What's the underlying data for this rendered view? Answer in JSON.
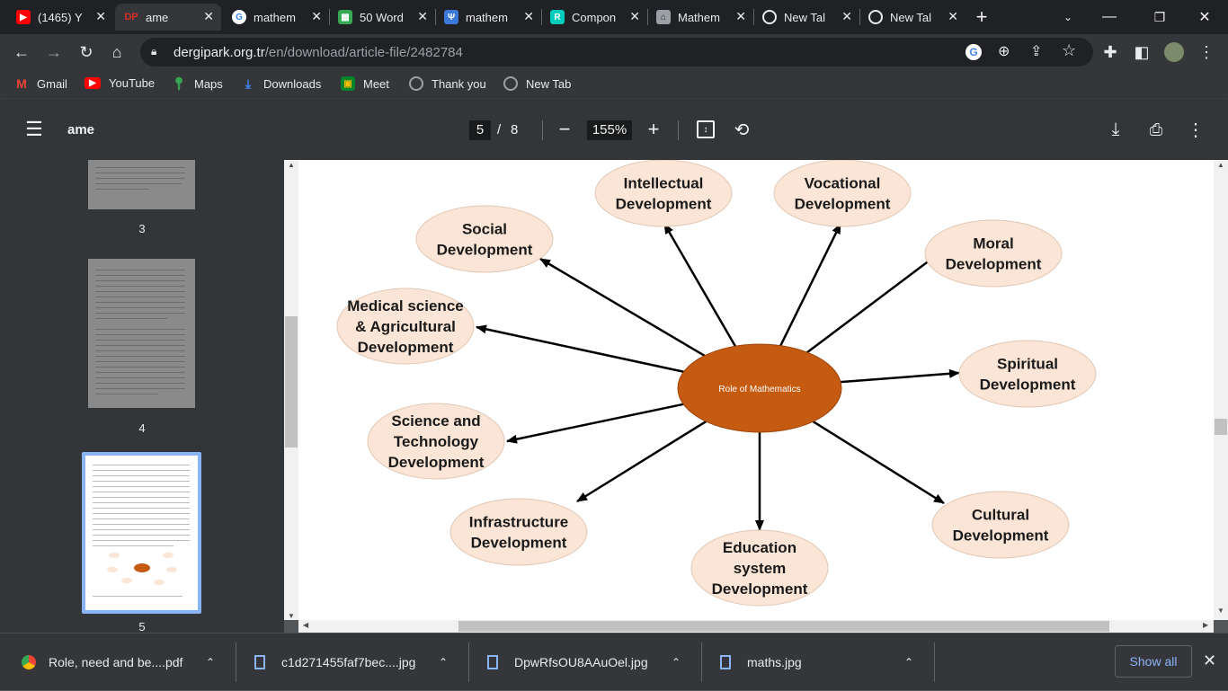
{
  "tabs": [
    {
      "label": "(1465) Y",
      "icon": "youtube-icon",
      "color": "#ff0000"
    },
    {
      "label": "ame",
      "icon": "dergipark-icon",
      "color": "#d93025"
    },
    {
      "label": "mathem",
      "icon": "google-icon",
      "color": "#ffffff"
    },
    {
      "label": "50 Word",
      "icon": "grid-icon",
      "color": "#34a853"
    },
    {
      "label": "mathem",
      "icon": "tree-icon",
      "color": "#8ab4f8"
    },
    {
      "label": "Compon",
      "icon": "researchgate-icon",
      "color": "#00ccbb"
    },
    {
      "label": "Mathem",
      "icon": "school-icon",
      "color": "#9aa0a6"
    },
    {
      "label": "New Tal",
      "icon": "chrome-icon",
      "color": "#e8eaed"
    },
    {
      "label": "New Tal",
      "icon": "chrome-icon",
      "color": "#e8eaed"
    }
  ],
  "address": {
    "domain": "dergipark.org.tr",
    "path": "/en/download/article-file/2482784"
  },
  "bookmarks": [
    {
      "label": "Gmail",
      "icon": "gmail-icon"
    },
    {
      "label": "YouTube",
      "icon": "youtube-icon"
    },
    {
      "label": "Maps",
      "icon": "maps-icon"
    },
    {
      "label": "Downloads",
      "icon": "download-icon"
    },
    {
      "label": "Meet",
      "icon": "meet-icon"
    },
    {
      "label": "Thank you",
      "icon": "globe-icon"
    },
    {
      "label": "New Tab",
      "icon": "globe-icon"
    }
  ],
  "pdf": {
    "title": "ame",
    "current_page": "5",
    "separator": "/",
    "total_pages": "8",
    "zoom": "155%"
  },
  "thumbnails": [
    {
      "number": "3"
    },
    {
      "number": "4"
    },
    {
      "number": "5"
    }
  ],
  "diagram": {
    "center": "Role of Mathematics",
    "nodes": [
      {
        "lines": [
          "Intellectual",
          "Development"
        ]
      },
      {
        "lines": [
          "Vocational",
          "Development"
        ]
      },
      {
        "lines": [
          "Social",
          "Development"
        ]
      },
      {
        "lines": [
          "Moral",
          "Development"
        ]
      },
      {
        "lines": [
          "Medical science",
          "& Agricultural",
          "Development"
        ]
      },
      {
        "lines": [
          "Spiritual",
          "Development"
        ]
      },
      {
        "lines": [
          "Science and",
          "Technology",
          "Development"
        ]
      },
      {
        "lines": [
          "Infrastructure",
          "Development"
        ]
      },
      {
        "lines": [
          "Cultural",
          "Development"
        ]
      },
      {
        "lines": [
          "Education",
          "system",
          "Development"
        ]
      }
    ],
    "node_fill": "#fbe5d6",
    "center_fill": "#c55a11"
  },
  "downloads": [
    {
      "name": "Role, need and be....pdf",
      "icon": "chrome-icon"
    },
    {
      "name": "c1d271455faf7bec....jpg",
      "icon": "file-icon"
    },
    {
      "name": "DpwRfsOU8AAuOel.jpg",
      "icon": "file-icon"
    },
    {
      "name": "maths.jpg",
      "icon": "file-icon"
    }
  ],
  "show_all_label": "Show all"
}
